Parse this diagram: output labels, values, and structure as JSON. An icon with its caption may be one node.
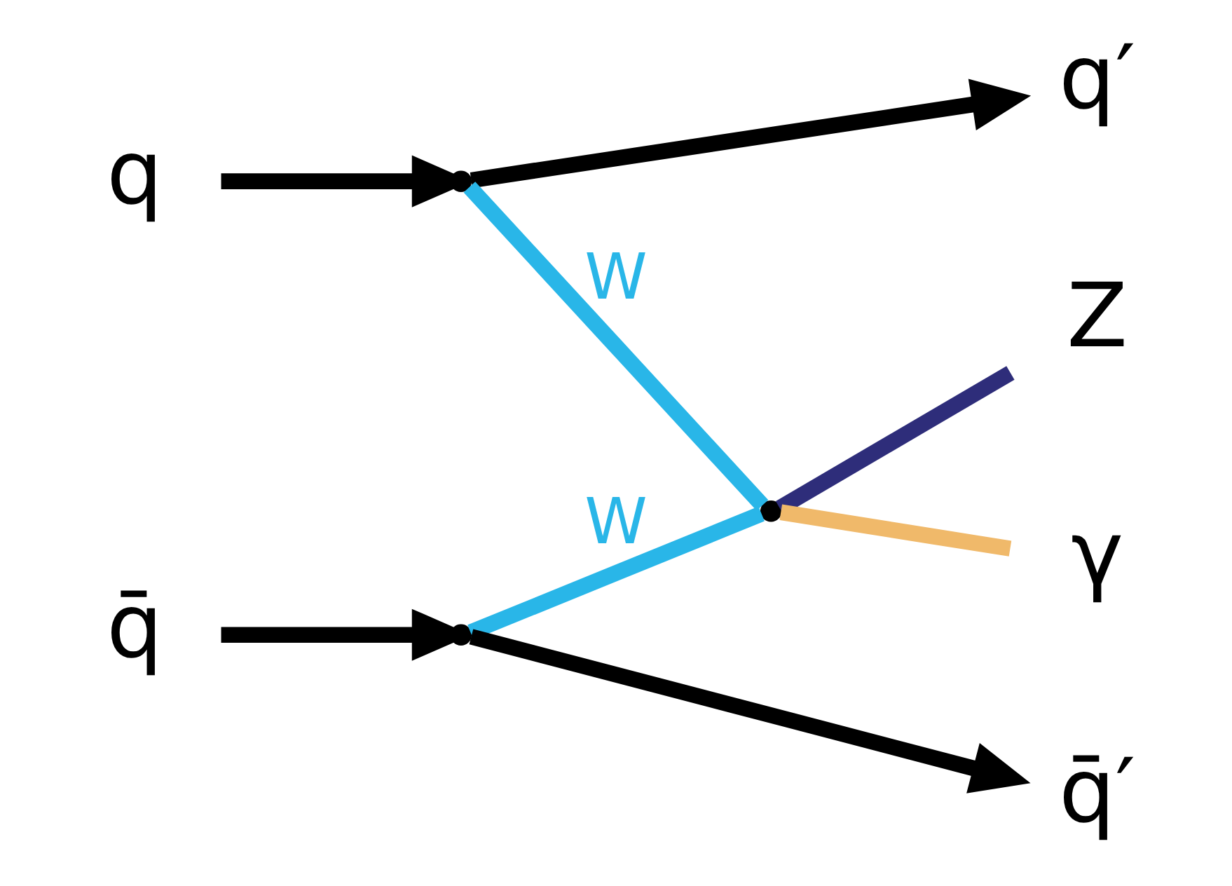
{
  "diagram": {
    "nodes": [
      {
        "text": [
          "q"
        ]
      },
      {
        "text": [
          "q′"
        ]
      },
      {
        "text": [],
        "shape": "point"
      },
      {
        "text": [
          "Z"
        ]
      },
      {
        "text": [],
        "shape": "point"
      },
      {
        "text": [
          "γ"
        ]
      },
      {
        "text": [],
        "shape": "point"
      },
      {
        "text": [
          "q̄"
        ]
      },
      {
        "text": [
          "q̄′"
        ]
      }
    ],
    "edges": [
      {
        "from": 0,
        "to": 2,
        "arrow": "to"
      },
      {
        "from": 2,
        "to": 1,
        "arrow": "to"
      },
      {
        "from": 2,
        "to": 4,
        "arrow": "none",
        "label": "W",
        "color": "#29b6e8"
      },
      {
        "from": 4,
        "to": 3,
        "arrow": "none",
        "color": "#2e2d7a"
      },
      {
        "from": 4,
        "to": 5,
        "arrow": "none",
        "color": "#f0b96a"
      },
      {
        "from": 4,
        "to": 6,
        "arrow": "none",
        "label": "W",
        "color": "#29b6e8"
      },
      {
        "from": 7,
        "to": 6,
        "arrow": "to"
      },
      {
        "from": 6,
        "to": 8,
        "arrow": "to"
      }
    ]
  }
}
